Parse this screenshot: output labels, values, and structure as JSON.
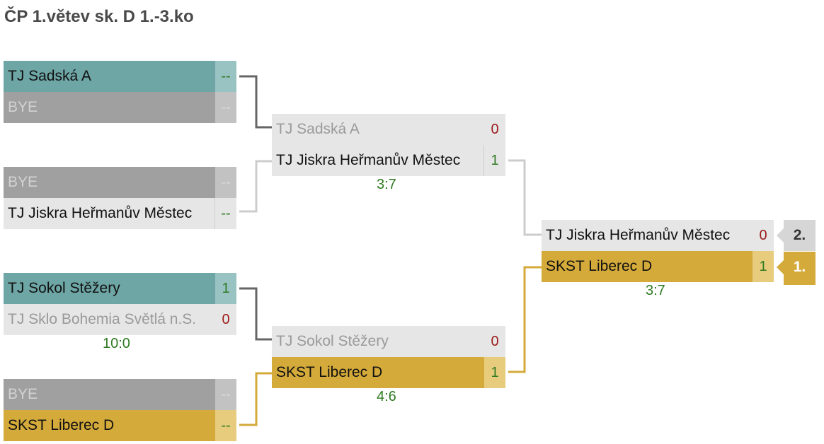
{
  "header": {
    "title": "ČP 1.větev sk. D 1.-3.ko"
  },
  "round1": [
    {
      "top": {
        "name": "TJ Sadská A",
        "score": "--"
      },
      "bottom": {
        "name": "BYE",
        "score": "--"
      },
      "result": ""
    },
    {
      "top": {
        "name": "BYE",
        "score": "--"
      },
      "bottom": {
        "name": "TJ Jiskra Heřmanův Městec",
        "score": "--"
      },
      "result": ""
    },
    {
      "top": {
        "name": "TJ Sokol Stěžery",
        "score": "1"
      },
      "bottom": {
        "name": "TJ Sklo Bohemia Světlá n.S.",
        "score": "0"
      },
      "result": "10:0"
    },
    {
      "top": {
        "name": "BYE",
        "score": "--"
      },
      "bottom": {
        "name": "SKST Liberec D",
        "score": "--"
      },
      "result": ""
    }
  ],
  "round2": [
    {
      "top": {
        "name": "TJ Sadská A",
        "score": "0"
      },
      "bottom": {
        "name": "TJ Jiskra Heřmanův Městec",
        "score": "1"
      },
      "result": "3:7"
    },
    {
      "top": {
        "name": "TJ Sokol Stěžery",
        "score": "0"
      },
      "bottom": {
        "name": "SKST Liberec D",
        "score": "1"
      },
      "result": "4:6"
    }
  ],
  "final": {
    "top": {
      "name": "TJ Jiskra Heřmanův Městec",
      "score": "0"
    },
    "bottom": {
      "name": "SKST Liberec D",
      "score": "1"
    },
    "result": "3:7"
  },
  "placements": {
    "second": "2.",
    "first": "1."
  },
  "colors": {
    "winner_teal": "#6ea5a5",
    "gold": "#d4aa3a",
    "bye_gray": "#a0a0a0",
    "pending_gray": "#e6e6e6",
    "score_green": "#2f7a22",
    "score_red": "#9b1a1a",
    "line_dark": "#666666",
    "line_light": "#cccccc"
  }
}
